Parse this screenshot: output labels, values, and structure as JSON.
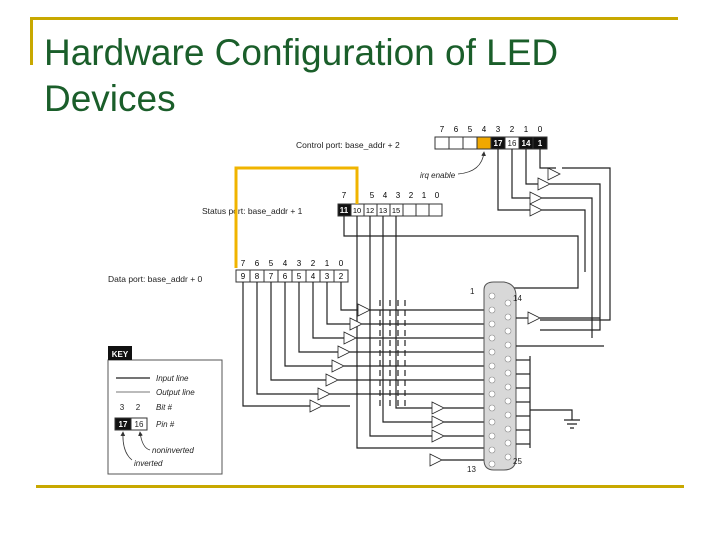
{
  "slide": {
    "title": "Hardware Configuration of LED Devices",
    "accent_color": "#c8a800",
    "title_color": "#1a5e2a"
  },
  "diagram": {
    "control_port": {
      "label": "Control port: base_addr + 2",
      "bits": [
        "7",
        "6",
        "5",
        "4",
        "3",
        "2",
        "1",
        "0"
      ],
      "pins": [
        "17",
        "16",
        "14",
        "1"
      ],
      "irq_label": "irq enable"
    },
    "status_port": {
      "label": "Status port: base_addr + 1",
      "bits": [
        "7",
        "",
        "5",
        "4",
        "3",
        "2",
        "1",
        "0"
      ],
      "pins": [
        "11",
        "10",
        "12",
        "13",
        "15"
      ]
    },
    "data_port": {
      "label": "Data port: base_addr + 0",
      "bits": [
        "7",
        "6",
        "5",
        "4",
        "3",
        "2",
        "1",
        "0"
      ],
      "pins": [
        "9",
        "8",
        "7",
        "6",
        "5",
        "4",
        "3",
        "2"
      ]
    },
    "connector": {
      "pin1": "1",
      "pin14": "14",
      "pin13": "13",
      "pin25": "25"
    },
    "key": {
      "heading": "KEY",
      "input_line": "Input line",
      "output_line": "Output line",
      "bit_label": "Bit #",
      "pin_label": "Pin #",
      "bit_a": "3",
      "bit_b": "2",
      "pin_a": "17",
      "pin_b": "16",
      "noninverted": "noninverted",
      "inverted": "inverted"
    }
  }
}
